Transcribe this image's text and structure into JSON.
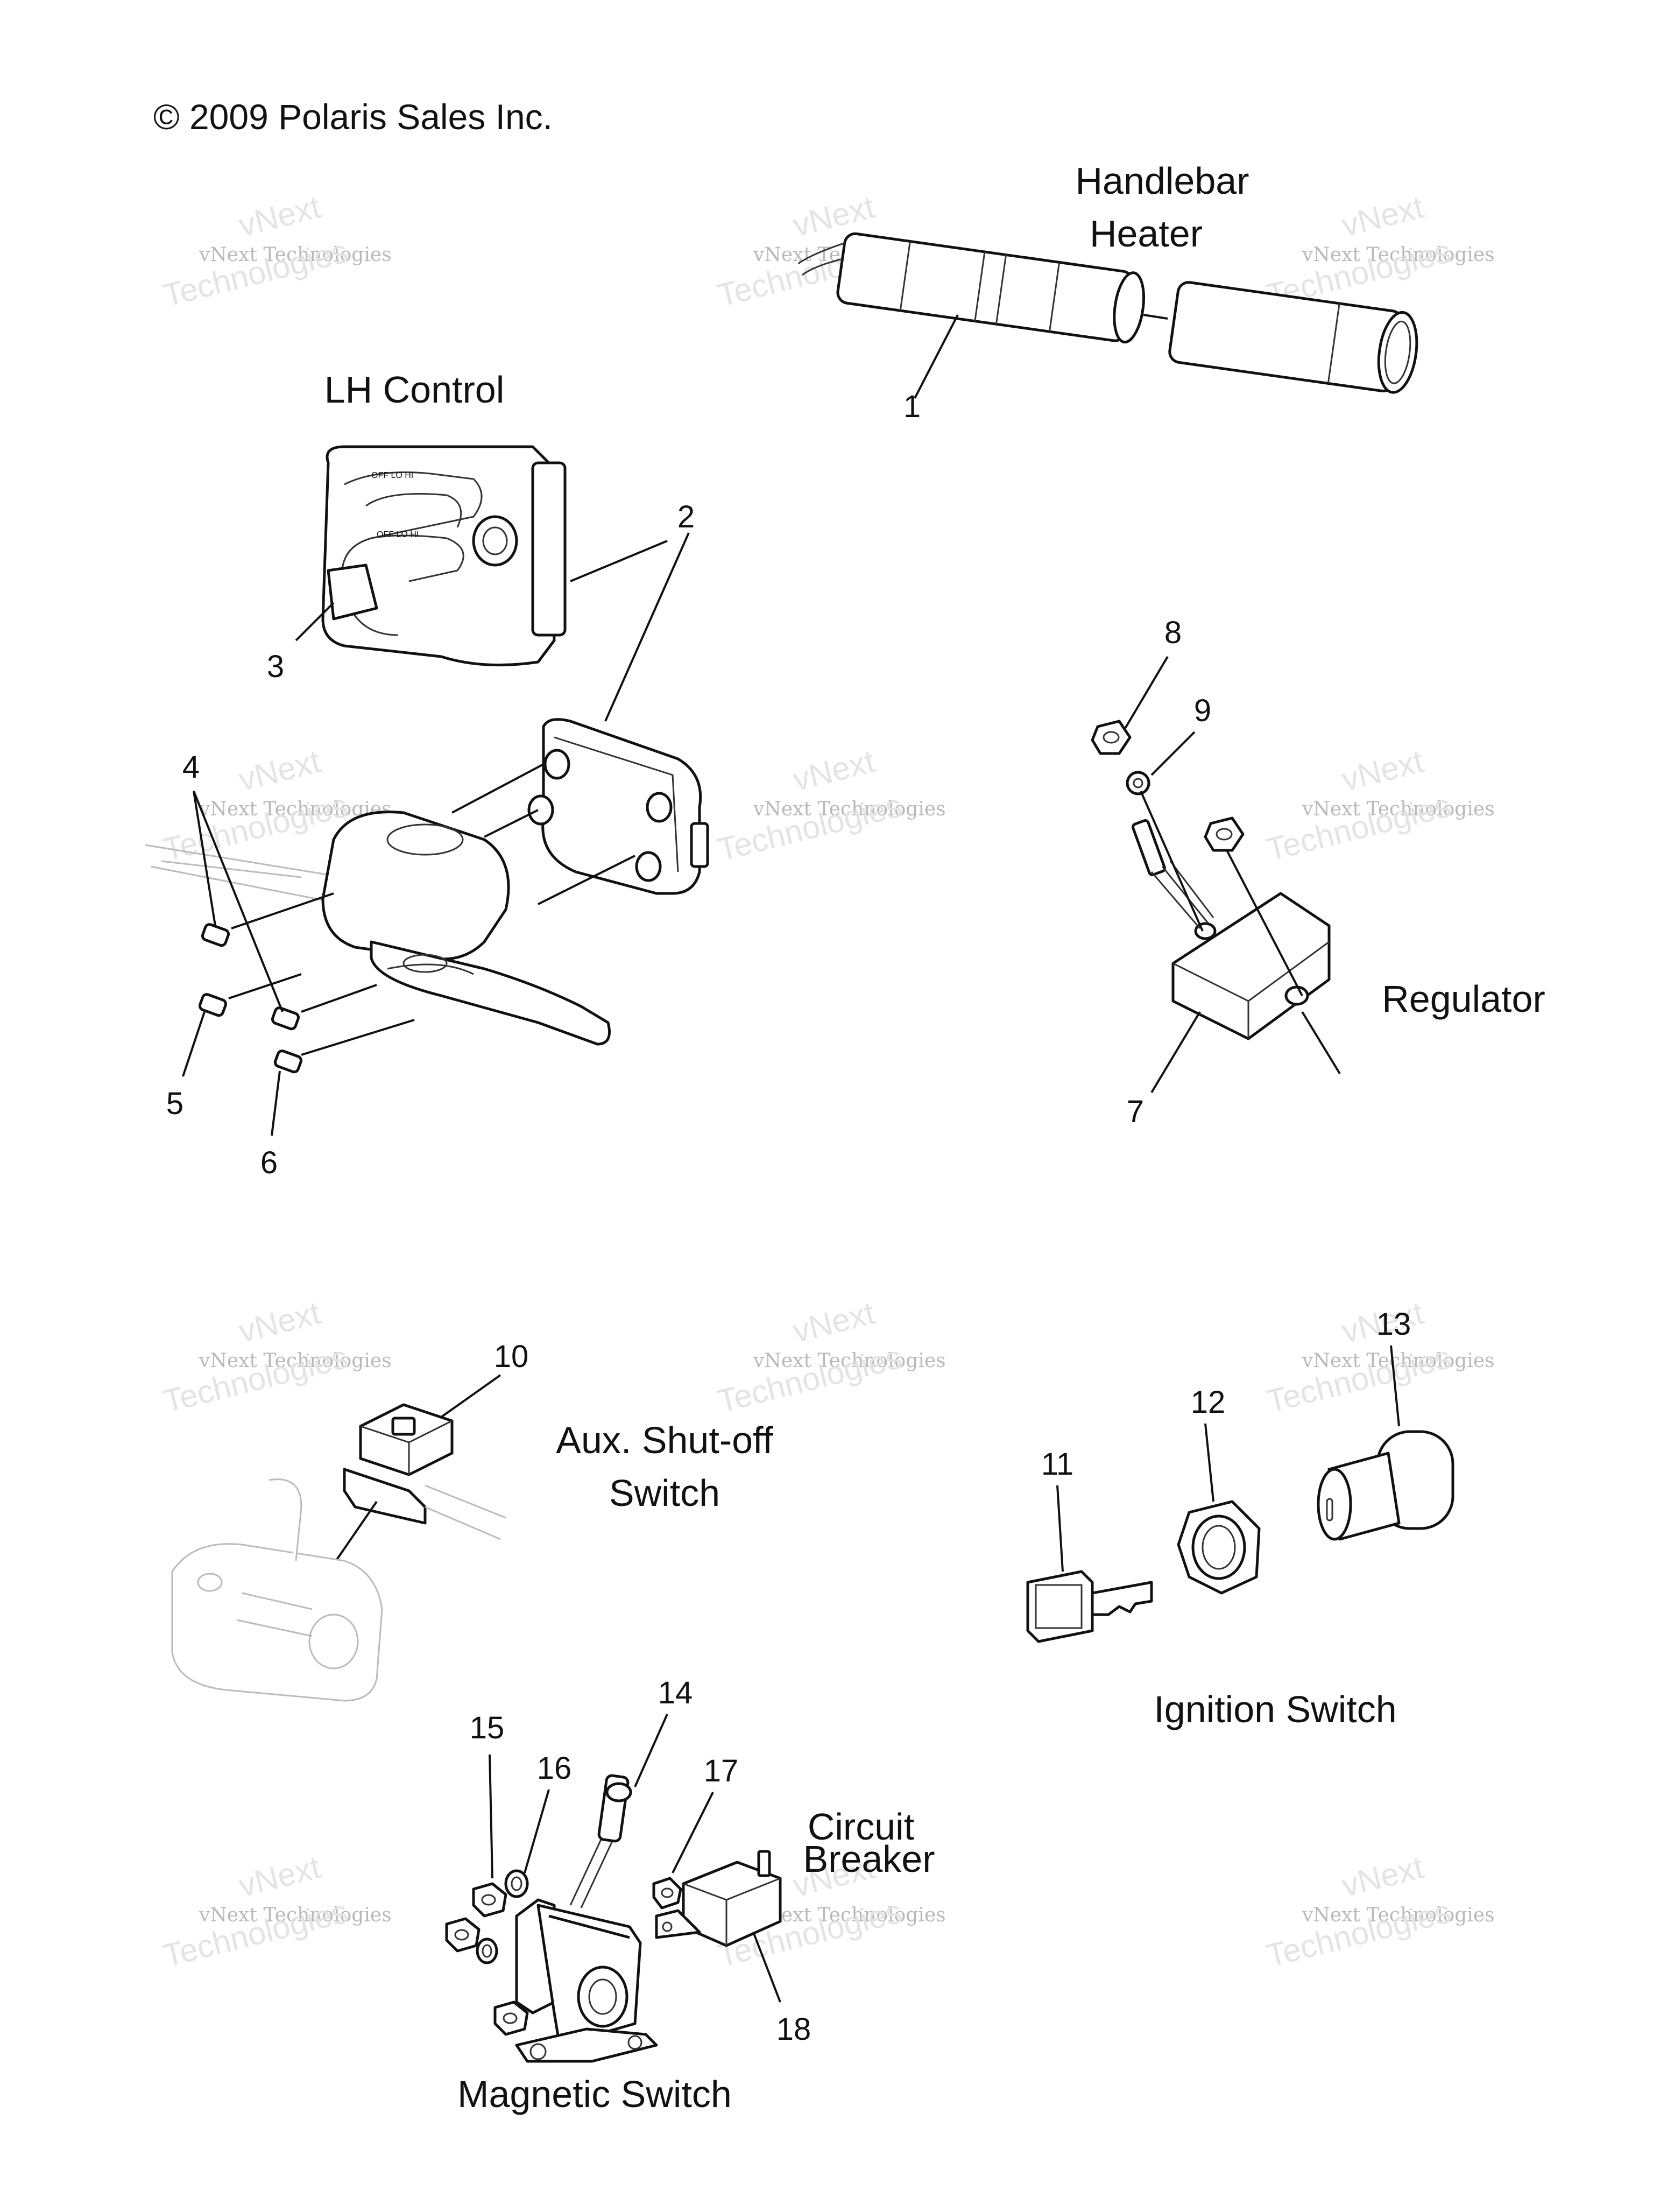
{
  "copyright": "© 2009 Polaris Sales Inc.",
  "sections": {
    "handlebar_heater": [
      "Handlebar",
      "Heater"
    ],
    "lh_control": "LH Control",
    "regulator": "Regulator",
    "aux_shutoff": [
      "Aux. Shut-off",
      "Switch"
    ],
    "ignition_switch": "Ignition Switch",
    "circuit_breaker": [
      "Circuit",
      "Breaker"
    ],
    "magnetic_switch": "Magnetic Switch"
  },
  "callouts": [
    "1",
    "2",
    "3",
    "4",
    "5",
    "6",
    "7",
    "8",
    "9",
    "10",
    "11",
    "12",
    "13",
    "14",
    "15",
    "16",
    "17",
    "18"
  ],
  "watermark": {
    "line1": "vNext",
    "line2": "vNext Technologies",
    "line3": "Technologies"
  }
}
